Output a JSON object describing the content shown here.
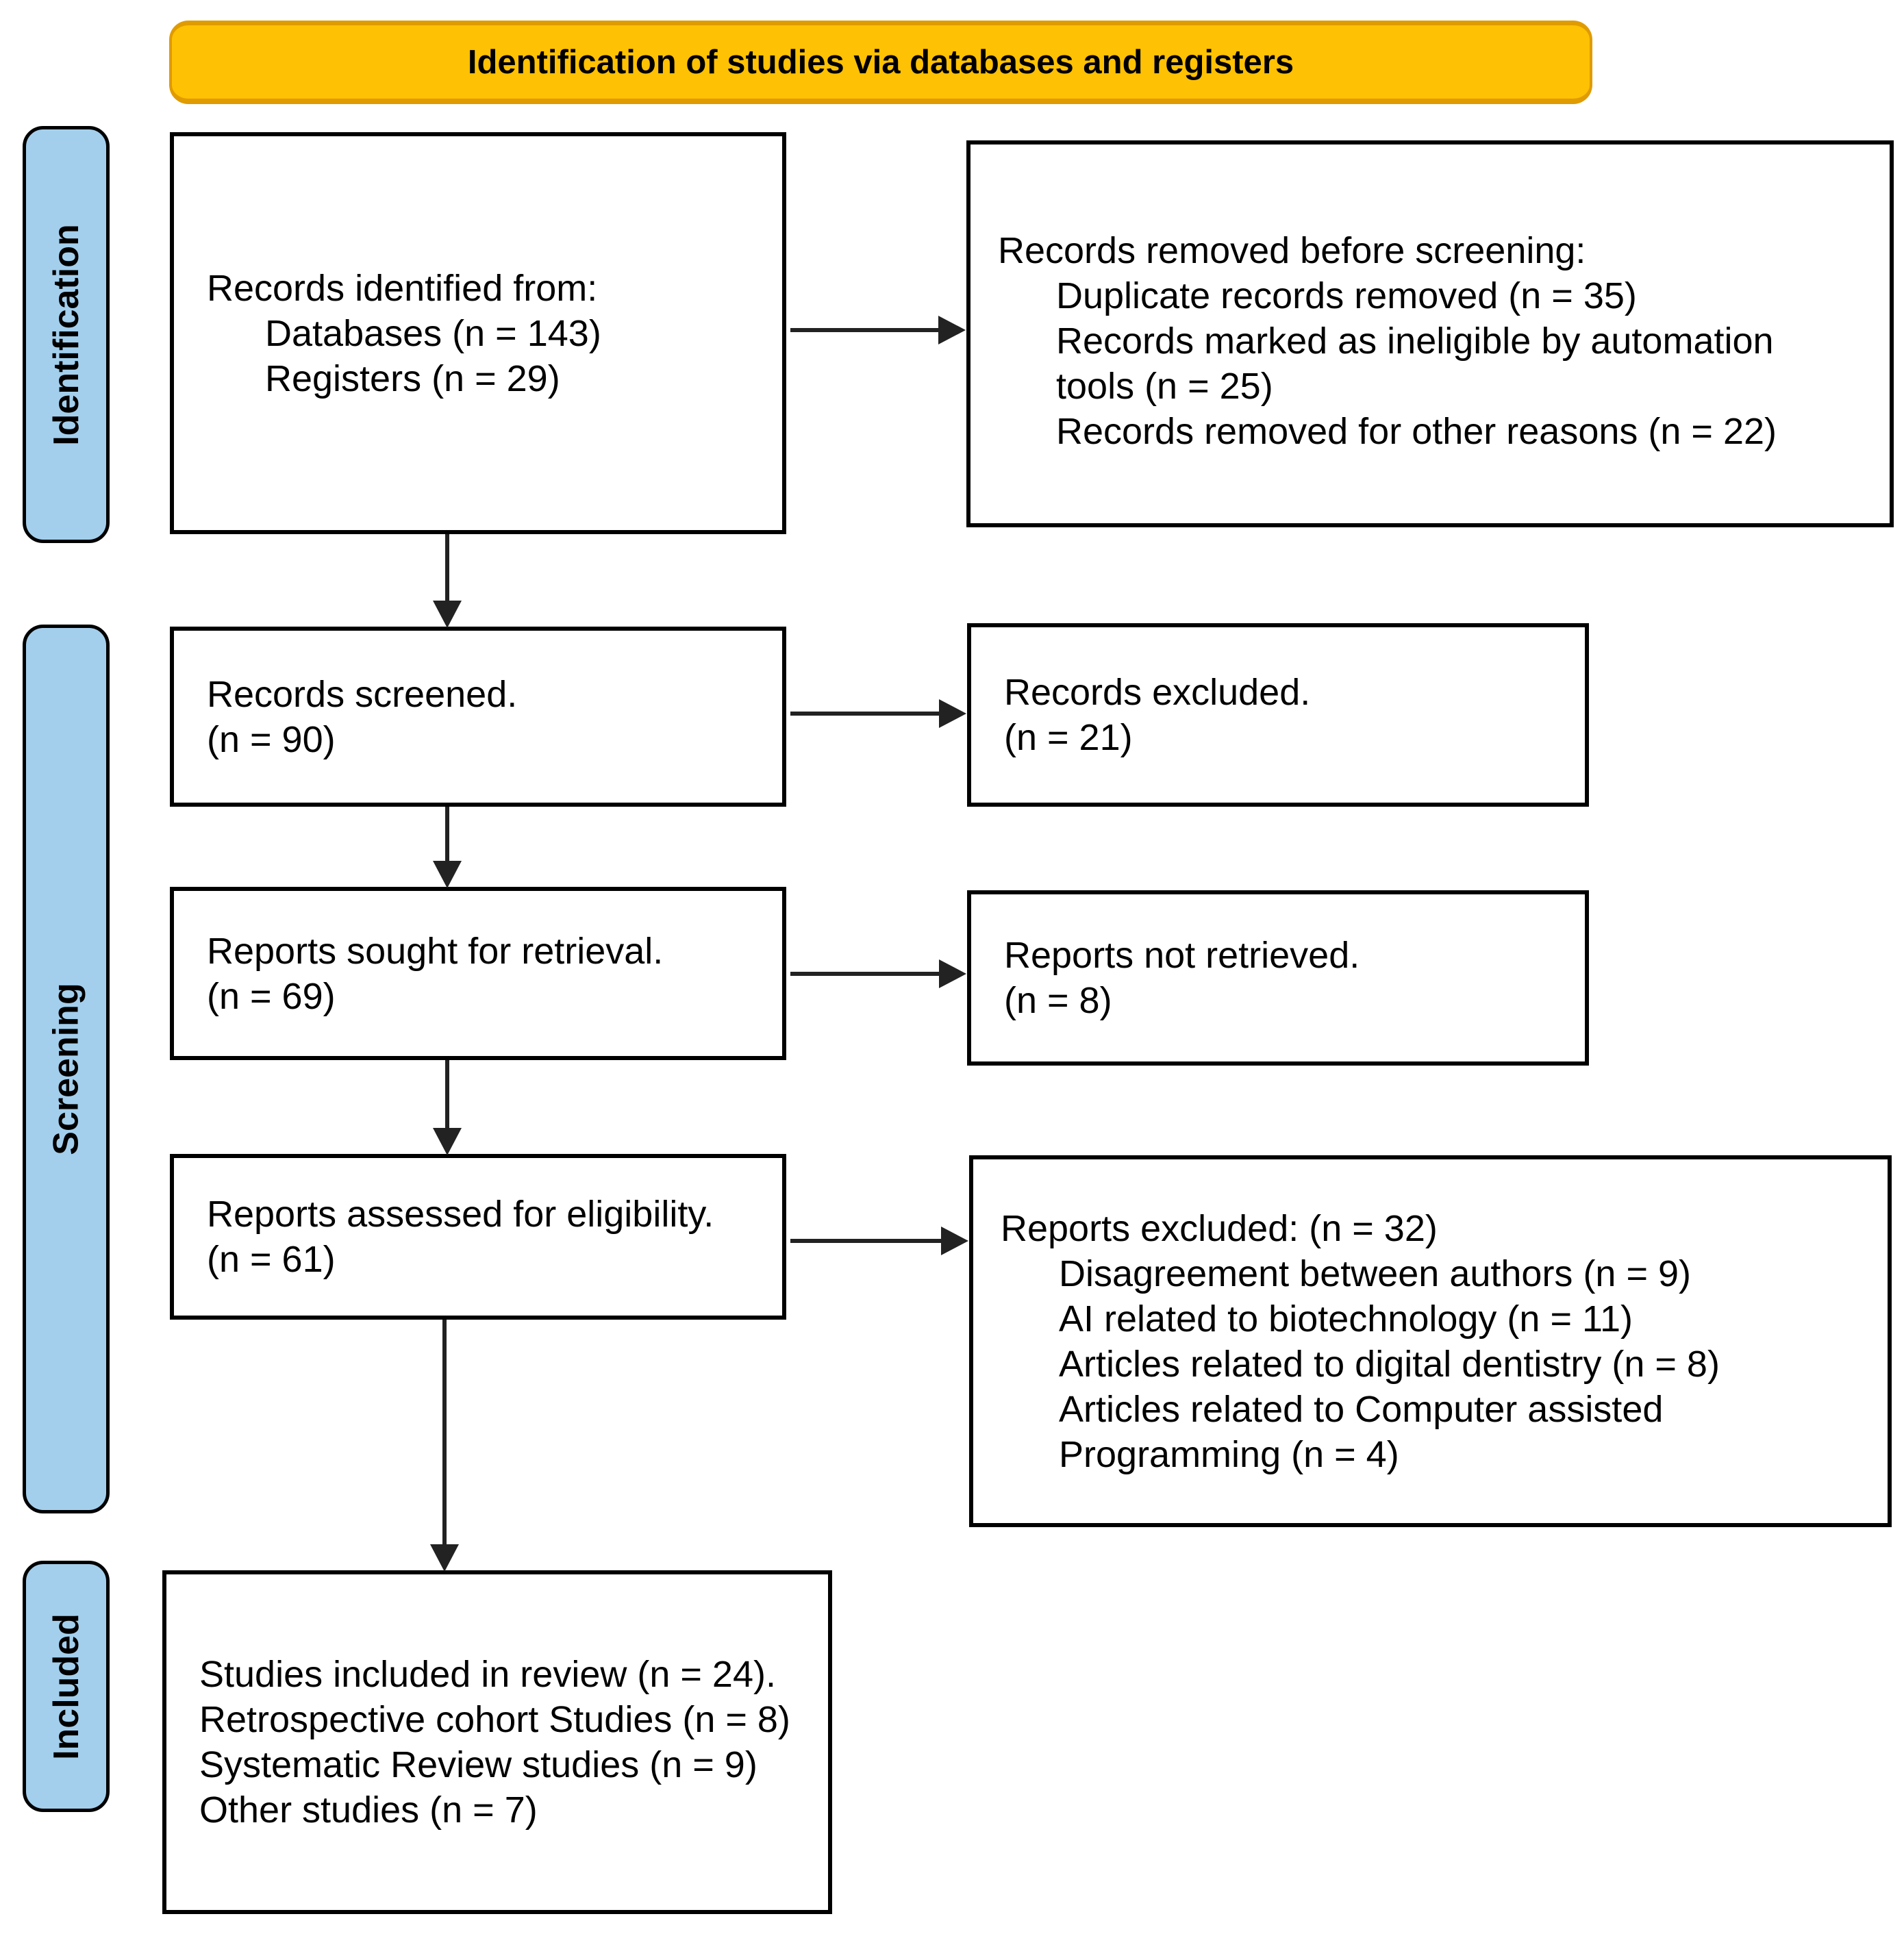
{
  "banner": {
    "title": "Identification of studies via databases and registers"
  },
  "stages": {
    "identification": "Identification",
    "screening": "Screening",
    "included": "Included"
  },
  "colors": {
    "banner_fill": "#FFC103",
    "banner_edge": "#E09B00",
    "stage_fill": "#A3CFED",
    "box_border": "#000000",
    "arrow": "#222222"
  },
  "boxes": {
    "records_identified": {
      "title": "Records identified from:",
      "items": [
        "Databases (n = 143)",
        "Registers (n = 29)"
      ]
    },
    "records_removed": {
      "title": "Records removed before screening:",
      "items": [
        "Duplicate records removed (n = 35)",
        "Records marked as ineligible by automation tools (n = 25)",
        "Records removed for other reasons (n = 22)"
      ]
    },
    "records_screened": {
      "lines": [
        "Records screened.",
        "(n = 90)"
      ]
    },
    "records_excluded": {
      "lines": [
        "Records excluded.",
        "(n = 21)"
      ]
    },
    "reports_sought": {
      "lines": [
        "Reports sought for retrieval.",
        "(n = 69)"
      ]
    },
    "reports_not_retrieved": {
      "lines": [
        "Reports not retrieved.",
        "(n = 8)"
      ]
    },
    "reports_assessed": {
      "lines": [
        "Reports assessed for eligibility.",
        "(n = 61)"
      ]
    },
    "reports_excluded": {
      "title": "Reports excluded: (n = 32)",
      "items": [
        "Disagreement between authors (n = 9)",
        "AI related to biotechnology (n = 11)",
        "Articles related to digital dentistry (n = 8)",
        "Articles related to Computer assisted Programming (n = 4)"
      ]
    },
    "studies_included": {
      "lines": [
        "Studies included in review (n = 24).",
        "Retrospective cohort Studies (n = 8)",
        "Systematic Review studies (n = 9)",
        "Other studies (n = 7)"
      ]
    }
  }
}
